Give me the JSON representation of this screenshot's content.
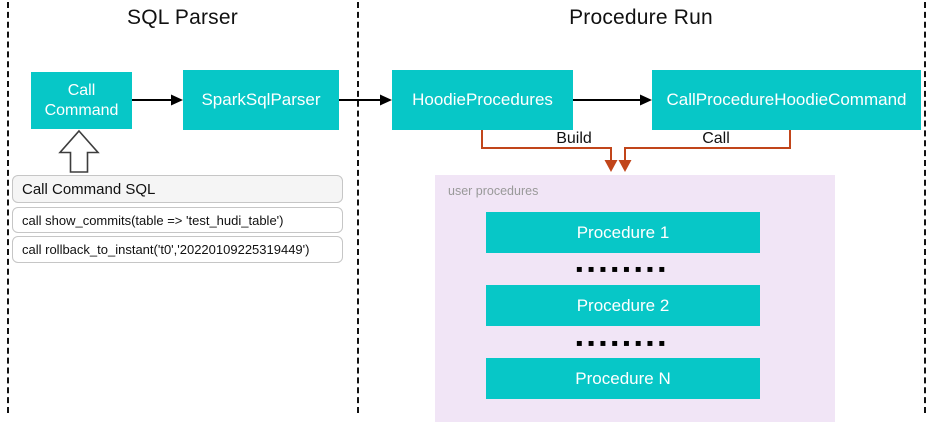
{
  "colors": {
    "teal": "#07C7C7",
    "orange": "#C1451A",
    "panel_pink": "#F1E5F6",
    "box_text": "#FFFFFF"
  },
  "sql_parser": {
    "title": "SQL Parser",
    "call_command_label": "Call\nCommand",
    "spark_sql_parser_label": "SparkSqlParser",
    "sql_panel": {
      "header": "Call Command SQL",
      "rows": [
        "call show_commits(table => 'test_hudi_table')",
        "call rollback_to_instant('t0','20220109225319449')"
      ]
    }
  },
  "procedure_run": {
    "title": "Procedure Run",
    "hoodie_procedures_label": "HoodieProcedures",
    "call_procedure_hoodie_command_label": "CallProcedureHoodieCommand",
    "build_label": "Build",
    "call_label": "Call",
    "user_procedures": {
      "group_label": "user procedures",
      "items": [
        "Procedure 1",
        "Procedure 2",
        "Procedure N"
      ],
      "dots": "▪▪▪▪▪▪▪▪"
    }
  }
}
